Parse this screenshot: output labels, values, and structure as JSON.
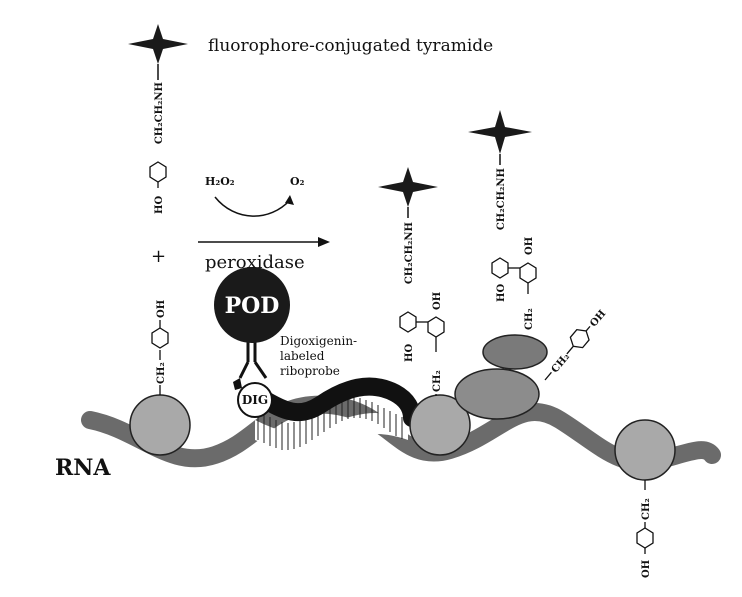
{
  "figure": {
    "title_label": "fluorophore-conjugated tyramide",
    "reaction": {
      "reactant": "H₂O₂",
      "product": "O₂",
      "enzyme_label": "peroxidase",
      "plus": "+"
    },
    "pod_label": "POD",
    "dig_label": "DIG",
    "probe_label_lines": [
      "Digoxigenin-",
      "labeled",
      "riboprobe"
    ],
    "rna_label": "RNA",
    "chem": {
      "tyramide_chain": "HO-⬡-CH₂CH₂NH",
      "tyrosine_chain": "CH₂-⬡-OH",
      "ho": "HO",
      "oh": "OH",
      "ch2": "CH₂",
      "ch2ch2nh": "CH₂CH₂NH"
    },
    "colors": {
      "rna_strand": "#6b6b6b",
      "probe": "#111111",
      "protein_light": "#a9a9a9",
      "protein_mid": "#8c8c8c",
      "pod": "#1a1a1a",
      "star": "#1a1a1a"
    },
    "icons": [
      "fluorophore-star-icon",
      "benzene-ring-icon",
      "antibody-icon"
    ]
  }
}
